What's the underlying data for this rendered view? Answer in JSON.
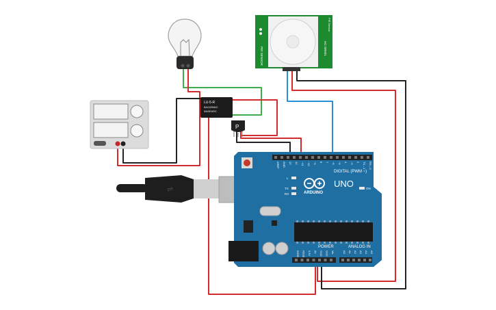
{
  "colors": {
    "wire_red": "#d42a2a",
    "wire_black": "#222222",
    "wire_green": "#3fae49",
    "wire_blue": "#2b8fd6",
    "board_blue": "#1f6fa3",
    "pir_green": "#1c8a2e",
    "psu_gray": "#dcdcdc"
  },
  "relay": {
    "line1": "LU-5-R",
    "line2": "5A/125VAC",
    "line3": "3A/30VDC"
  },
  "transistor": {
    "label": "P"
  },
  "pir": {
    "left_text": "PIR SENSOR",
    "right_text_1": "HC-SR501",
    "right_text_2": "PIR Sensor"
  },
  "arduino": {
    "model": "UNO",
    "brand": "ARDUINO",
    "digital_header": "DIGITAL (PWM ~)",
    "power_header": "POWER",
    "analog_header": "ANALOG IN",
    "on_label": "ON",
    "tx_label": "TX",
    "rx_label": "RX",
    "l_label": "L",
    "digital_pins": [
      "AREF",
      "GND",
      "13",
      "12",
      "~11",
      "~10",
      "~9",
      "8",
      "7",
      "~6",
      "~5",
      "4",
      "~3",
      "2",
      "TX→1",
      "RX←0"
    ],
    "power_pins": [
      "IOREF",
      "RESET",
      "3.3V",
      "5V",
      "GND",
      "GND",
      "Vin"
    ],
    "analog_pins": [
      "A0",
      "A1",
      "A2",
      "A3",
      "A4",
      "A5"
    ]
  }
}
